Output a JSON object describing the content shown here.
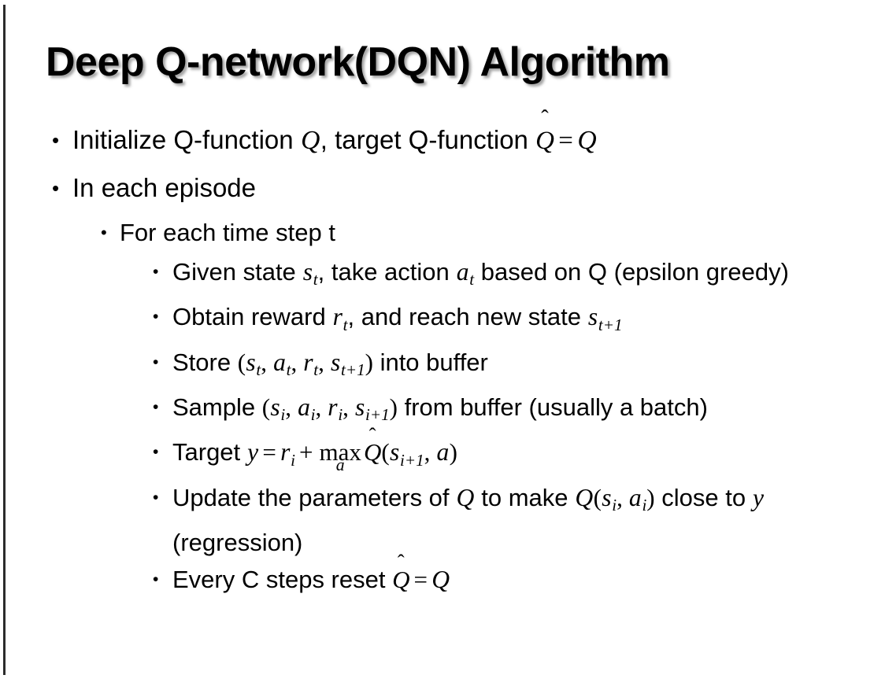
{
  "slide": {
    "title": "Deep Q-network(DQN) Algorithm",
    "background_color": "#ffffff",
    "text_color": "#000000",
    "border_color": "#2b2b2b",
    "bullet_glyph": "•"
  },
  "content": {
    "b1": {
      "level": 1,
      "plain_text": "Initialize Q-function Q, target Q-function Q̂ = Q",
      "seg_1": "Initialize Q-function ",
      "var_q1": "Q",
      "seg_2": ", target Q-function ",
      "var_qhat": "Q",
      "hat": "̂",
      "eq": "=",
      "var_q2": "Q"
    },
    "b2": {
      "level": 1,
      "plain_text": "In each episode",
      "text": "In each episode"
    },
    "b3": {
      "level": 2,
      "plain_text": "For each time step t",
      "text": "For each time step t"
    },
    "b4": {
      "level": 3,
      "plain_text": "Given state s_t, take action a_t based on Q (epsilon greedy)",
      "seg_1": "Given state ",
      "var_s": "s",
      "sub_s": "t",
      "seg_2": ", take action ",
      "var_a": "a",
      "sub_a": "t",
      "seg_3": " based on Q (epsilon greedy)"
    },
    "b5": {
      "level": 3,
      "plain_text": "Obtain reward r_t, and reach new state s_t+1",
      "seg_1": "Obtain reward ",
      "var_r": "r",
      "sub_r": "t",
      "seg_2": ", and reach new state ",
      "var_s": "s",
      "sub_s": "t+1"
    },
    "b6": {
      "level": 3,
      "plain_text": "Store (s_t, a_t, r_t, s_t+1) into buffer",
      "seg_1": "Store ",
      "open_paren": "(",
      "var_s1": "s",
      "sub_s1": "t",
      "comma_1": ", ",
      "var_a": "a",
      "sub_a": "t",
      "comma_2": ", ",
      "var_r": "r",
      "sub_r": "t",
      "comma_3": ", ",
      "var_s2": "s",
      "sub_s2": "t+1",
      "close_paren": ")",
      "seg_2": " into buffer"
    },
    "b7": {
      "level": 3,
      "plain_text": "Sample (s_i, a_i, r_i, s_i+1) from buffer (usually a batch)",
      "seg_1": "Sample ",
      "open_paren": "(",
      "var_s1": "s",
      "sub_s1": "i",
      "comma_1": ", ",
      "var_a": "a",
      "sub_a": "i",
      "comma_2": ", ",
      "var_r": "r",
      "sub_r": "i",
      "comma_3": ", ",
      "var_s2": "s",
      "sub_s2": "i+1",
      "close_paren": ")",
      "seg_2": " from buffer (usually a batch)"
    },
    "b8": {
      "level": 3,
      "plain_text": "Target y = r_i + max_a Q̂(s_i+1, a)",
      "seg_1": "Target ",
      "var_y": "y",
      "eq": "=",
      "var_r": "r",
      "sub_r": "i",
      "plus": "+",
      "op_max": "max",
      "op_limit": "a",
      "var_qhat": "Q",
      "hat": "̂",
      "open_paren": "(",
      "var_s": "s",
      "sub_s": "i+1",
      "comma": ", ",
      "var_a": "a",
      "close_paren": ")"
    },
    "b9": {
      "level": 3,
      "plain_text": "Update the parameters of Q to make Q(s_i, a_i) close to y (regression)",
      "seg_1": "Update the parameters of ",
      "var_q1": "Q",
      "seg_2": " to make ",
      "var_q2": "Q",
      "open_paren": "(",
      "var_s": "s",
      "sub_s": "i",
      "comma": ", ",
      "var_a": "a",
      "sub_a": "i",
      "close_paren": ")",
      "seg_3": " close to ",
      "var_y": "y",
      "seg_4": " (regression)"
    },
    "b10": {
      "level": 3,
      "plain_text": "Every C steps reset Q̂ = Q",
      "seg_1": "Every C steps reset ",
      "var_qhat": "Q",
      "hat": "̂",
      "eq": "=",
      "var_q": "Q"
    }
  }
}
